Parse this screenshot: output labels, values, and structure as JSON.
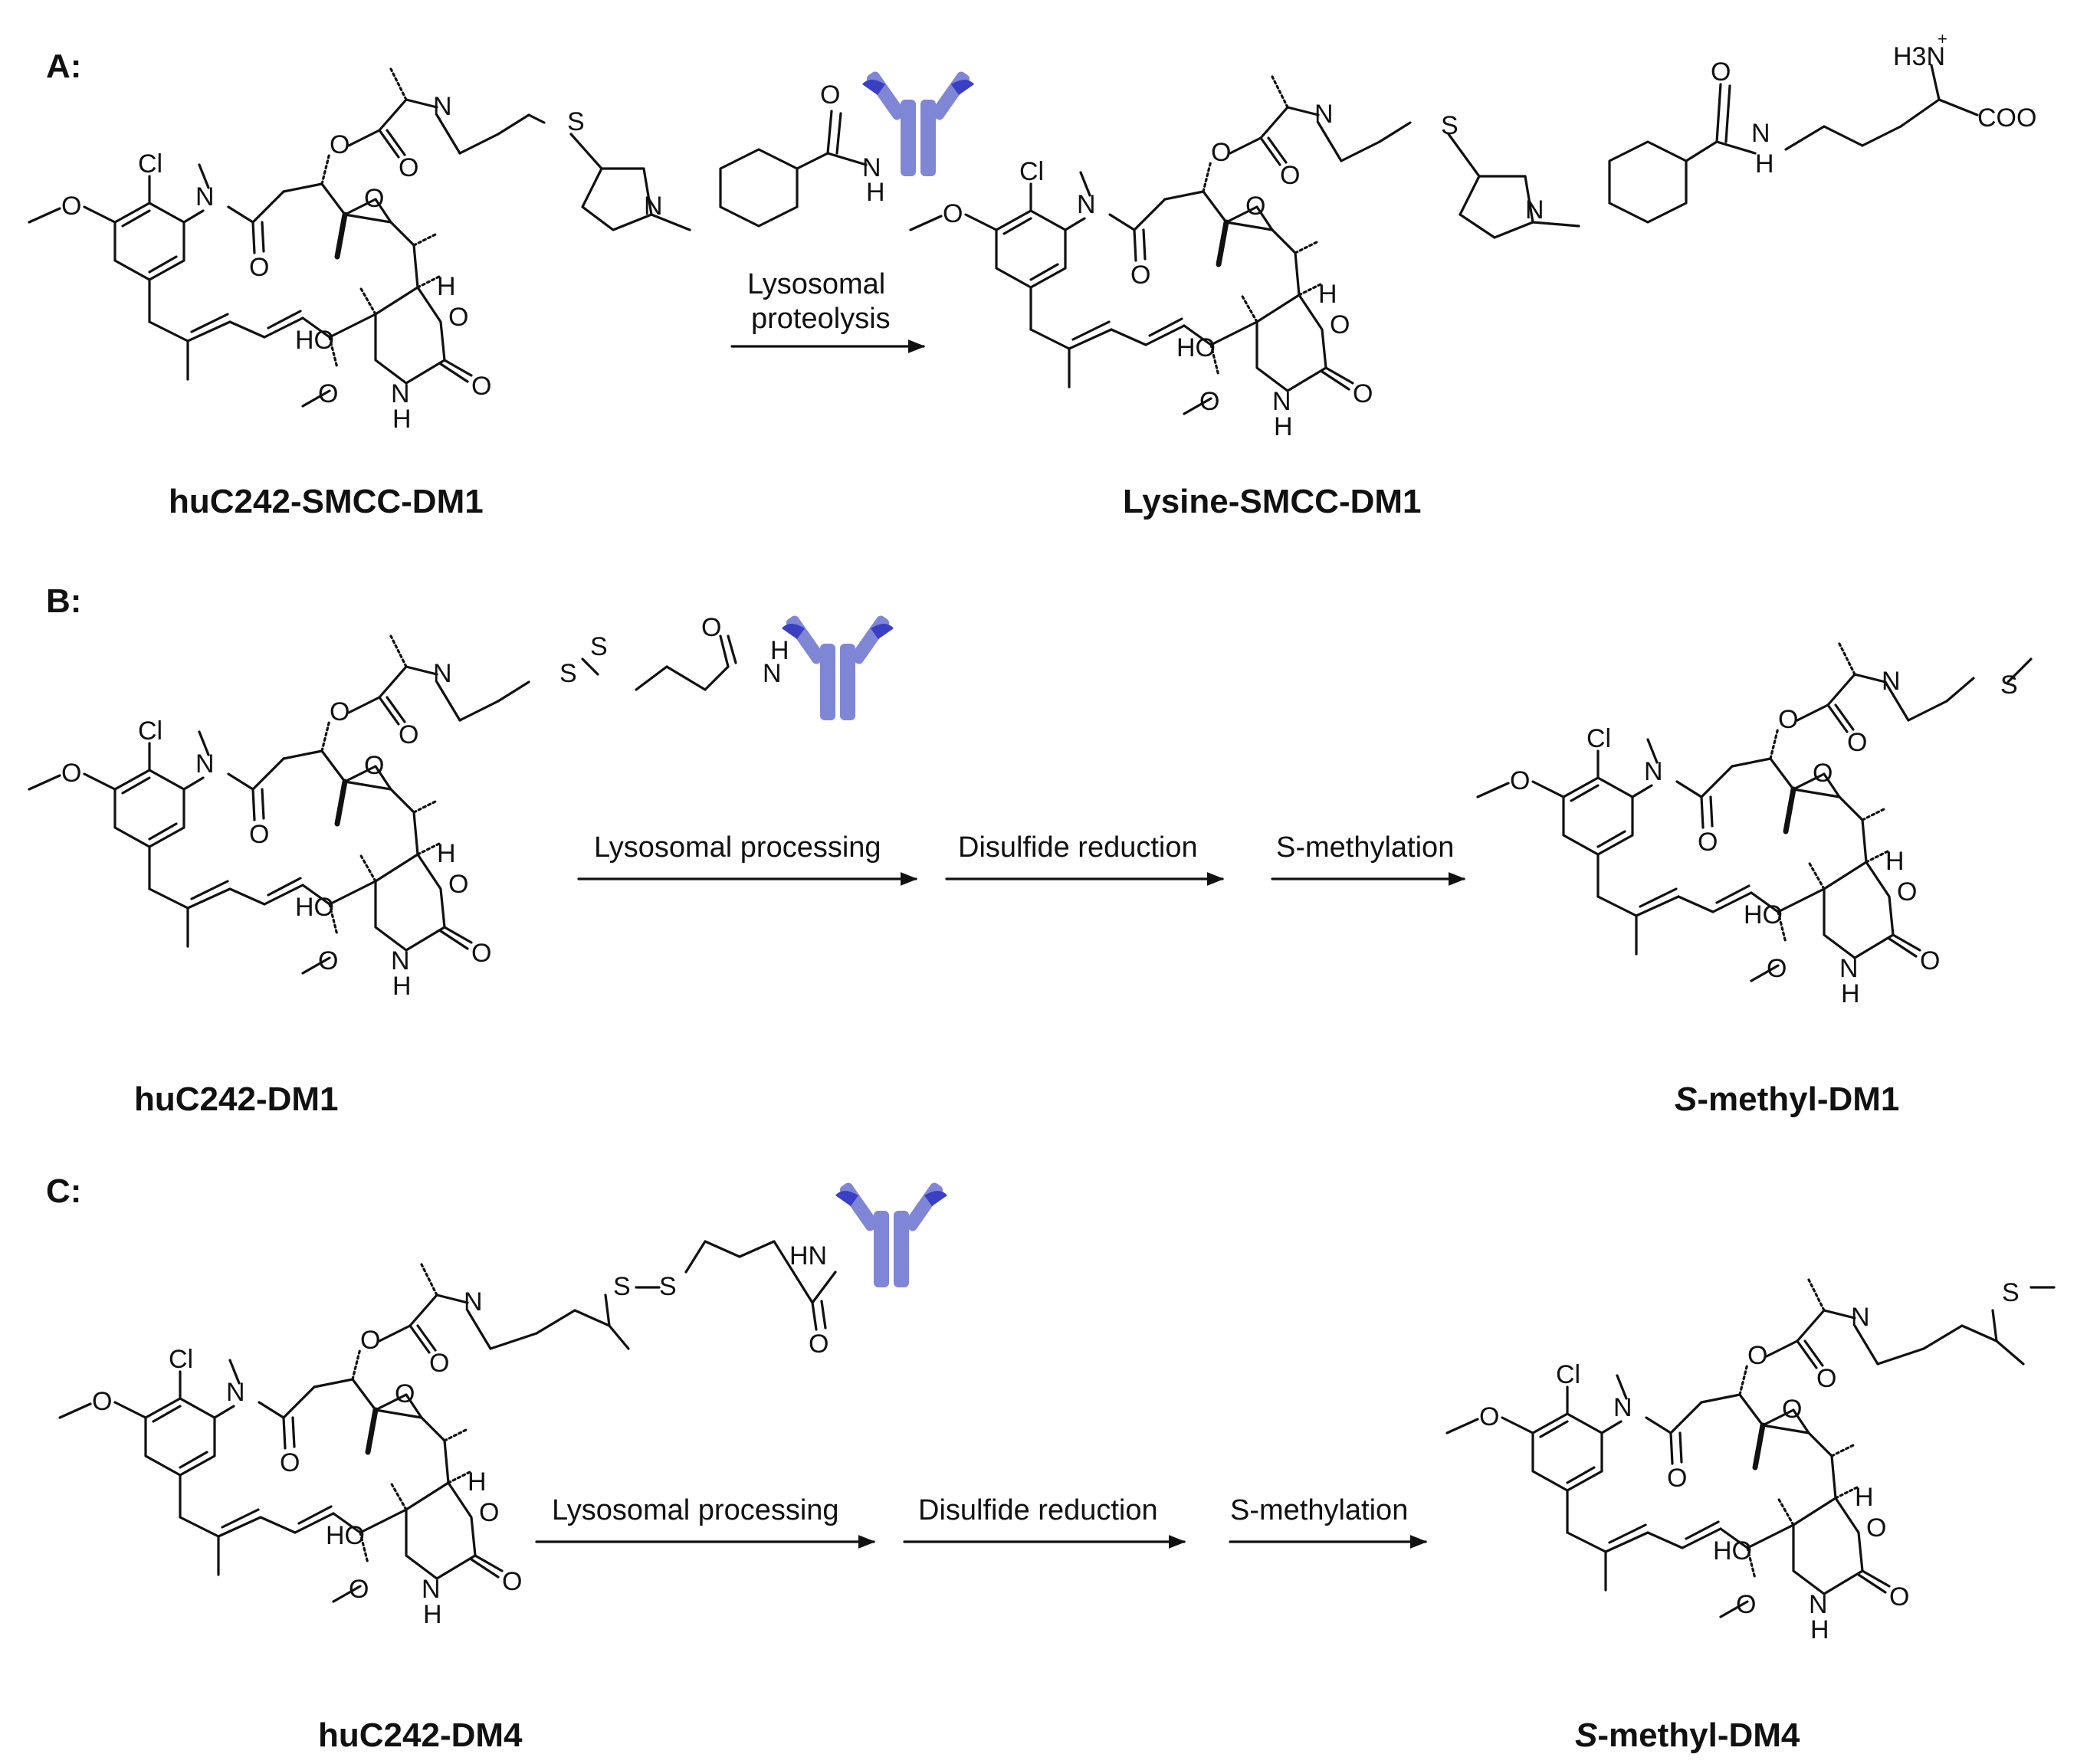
{
  "panels": {
    "A": {
      "letter": "A:",
      "left_compound": "huC242-SMCC-DM1",
      "right_compound": "Lysine-SMCC-DM1",
      "step_line1": "Lysosomal",
      "step_line2": "proteolysis"
    },
    "B": {
      "letter": "B:",
      "left_compound": "huC242-DM1",
      "right_compound_italic": "S",
      "right_compound_rest": "-methyl-DM1",
      "steps": [
        "Lysosomal processing",
        "Disulfide reduction",
        "S-methylation"
      ]
    },
    "C": {
      "letter": "C:",
      "left_compound": "huC242-DM4",
      "right_compound_italic": "S",
      "right_compound_rest": "-methyl-DM4",
      "steps": [
        "Lysosomal processing",
        "Disulfide reduction",
        "S-methylation"
      ]
    }
  },
  "atoms": {
    "cl": "Cl",
    "o": "O",
    "n": "N",
    "h": "H",
    "nh_n": "N",
    "nh_h": "H",
    "ho": "HO",
    "s": "S",
    "hn": "HN",
    "coo": "COO",
    "h3n": "H3N",
    "plus": "+"
  },
  "colors": {
    "antibody": "#7f86d6",
    "antibody_tip": "#3a3fc4"
  },
  "icons": {
    "antibody": "antibody-icon"
  }
}
